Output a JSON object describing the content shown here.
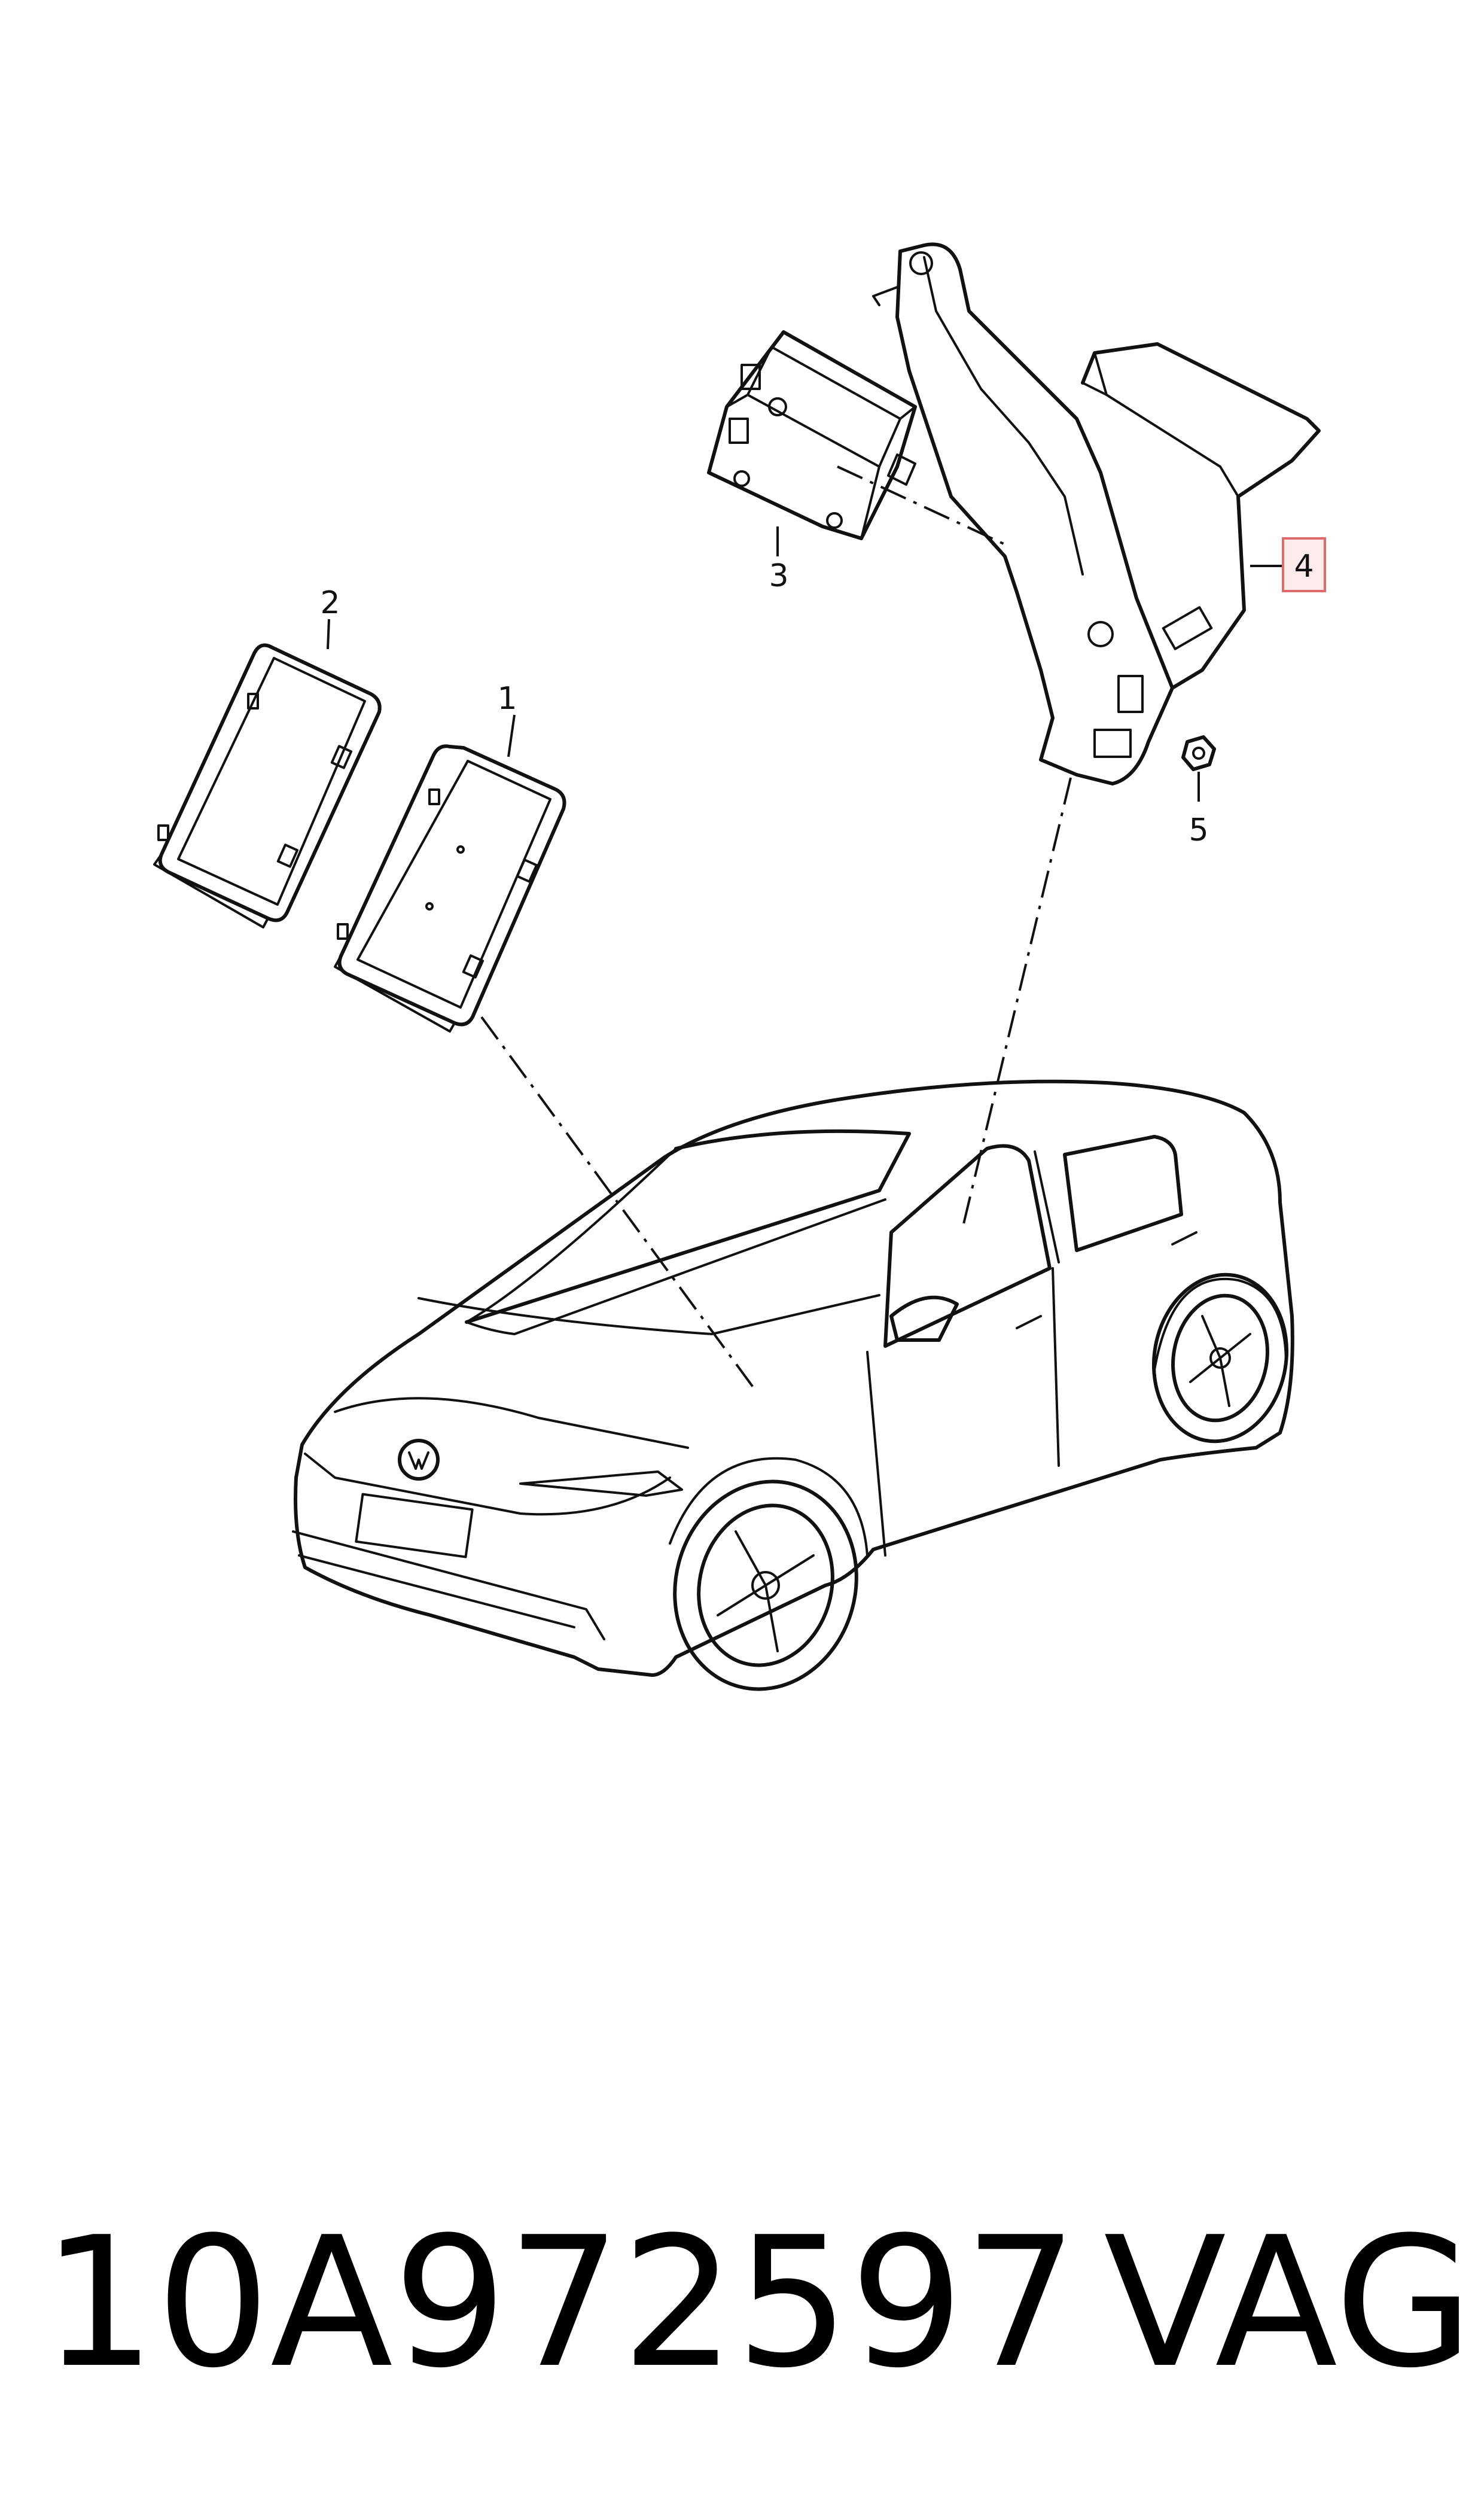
{
  "callouts": [
    {
      "id": "1",
      "label": "1",
      "highlighted": false
    },
    {
      "id": "2",
      "label": "2",
      "highlighted": false
    },
    {
      "id": "3",
      "label": "3",
      "highlighted": false
    },
    {
      "id": "4",
      "label": "4",
      "highlighted": true
    },
    {
      "id": "5",
      "label": "5",
      "highlighted": false
    }
  ],
  "footer": {
    "part_number": "10A972597",
    "brand": "VAG"
  },
  "colors": {
    "line": "#111111",
    "highlight_fill": "#fdeaea",
    "highlight_border": "#e06a6a"
  }
}
